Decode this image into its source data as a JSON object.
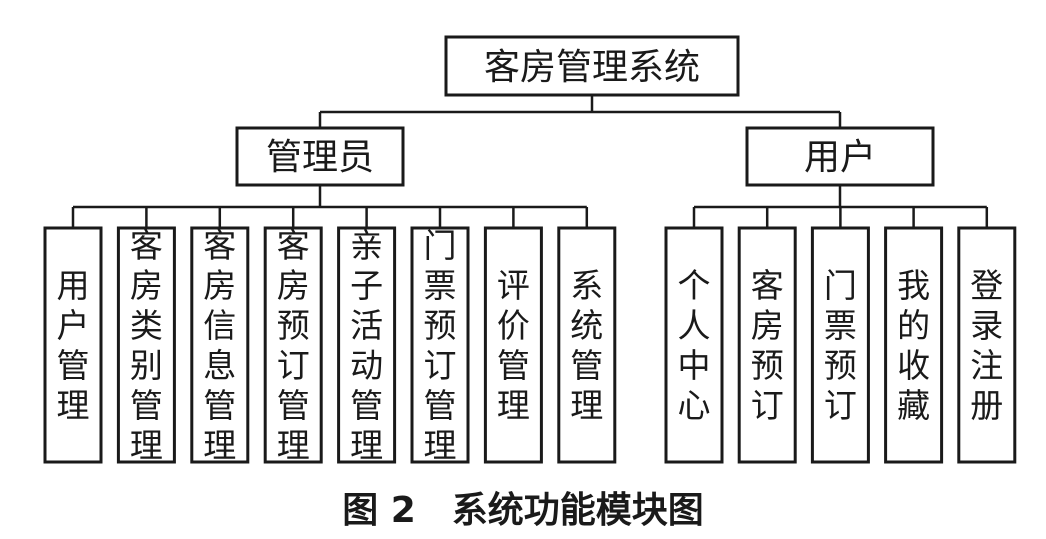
{
  "diagram": {
    "root": "客房管理系统",
    "groups": [
      {
        "label": "管理员",
        "children": [
          "用户管理",
          "客房类别管理",
          "客房信息管理",
          "客房预订管理",
          "亲子活动管理",
          "门票预订管理",
          "评价管理",
          "系统管理"
        ]
      },
      {
        "label": "用户",
        "children": [
          "个人中心",
          "客房预订",
          "门票预订",
          "我的收藏",
          "登录注册"
        ]
      }
    ],
    "caption": "图 2　系统功能模块图"
  }
}
